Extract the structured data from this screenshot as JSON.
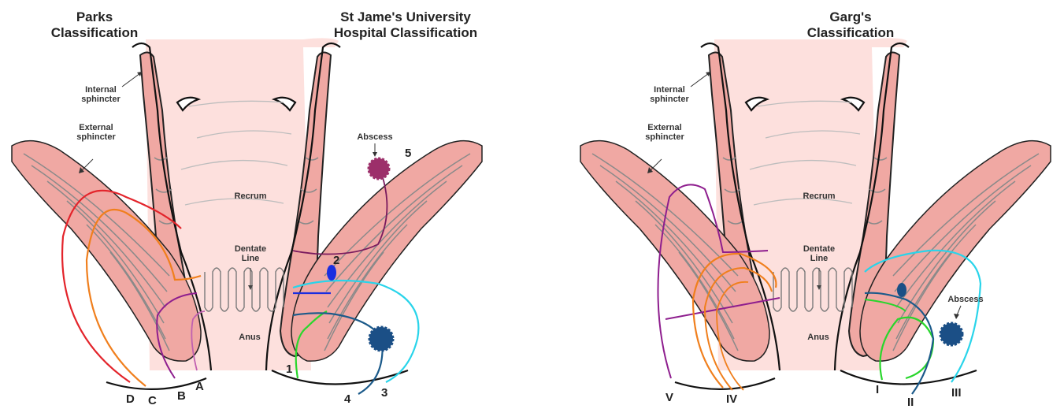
{
  "left_panel": {
    "title_parks_line1": "Parks",
    "title_parks_line2": "Classification",
    "title_sj_line1": "St Jame's University",
    "title_sj_line2": "Hospital Classification",
    "internal_l1": "Internal",
    "internal_l2": "sphincter",
    "external_l1": "External",
    "external_l2": "sphincter",
    "rectum": "Recrum",
    "dentate_l1": "Dentate",
    "dentate_l2": "Line",
    "anus": "Anus",
    "abscess": "Abscess",
    "parks_labels": [
      "A",
      "B",
      "C",
      "D"
    ],
    "sj_labels": [
      "1",
      "2",
      "3",
      "4",
      "5"
    ]
  },
  "right_panel": {
    "title_line1": "Garg's",
    "title_line2": "Classification",
    "internal_l1": "Internal",
    "internal_l2": "sphincter",
    "external_l1": "External",
    "external_l2": "sphincter",
    "rectum": "Recrum",
    "dentate_l1": "Dentate",
    "dentate_l2": "Line",
    "anus": "Anus",
    "abscess": "Abscess",
    "grade_labels": [
      "I",
      "II",
      "III",
      "IV",
      "V"
    ]
  },
  "colors": {
    "mucosa": "#fde0dd",
    "muscle": "#f0a8a3",
    "abscess_purple": "#9c2f6a",
    "abscess_navy": "#1b4f86",
    "red": "#e3242b",
    "orange": "#f07f1d",
    "purple": "#8e1e8e",
    "green": "#29d62c",
    "cyan": "#29d4ea",
    "navy": "#1b5a8a",
    "blue": "#1a2ee0"
  }
}
